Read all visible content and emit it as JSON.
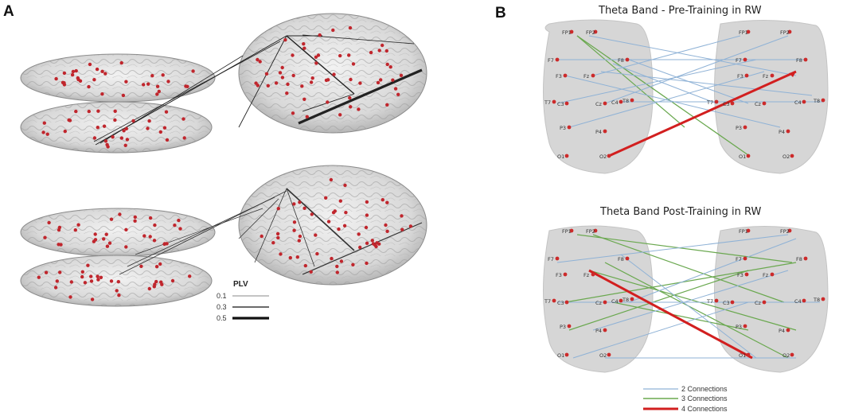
{
  "panel_a": {
    "label": "A",
    "legend": {
      "title": "PLV",
      "items": [
        {
          "label": "0.1",
          "weight": 0.1
        },
        {
          "label": "0.3",
          "weight": 0.3
        },
        {
          "label": "0.5",
          "weight": 0.5
        }
      ]
    }
  },
  "panel_b": {
    "label": "B",
    "pre_title": "Theta Band - Pre-Training in RW",
    "post_title": "Theta Band Post-Training in RW",
    "electrodes": {
      "left": [
        "FP1",
        "FP2",
        "F7",
        "F3",
        "Fz",
        "F8",
        "T7",
        "C3",
        "Cz",
        "C4",
        "T8",
        "P3",
        "P4",
        "O1",
        "O2"
      ],
      "right": [
        "FP1",
        "FP2",
        "F7",
        "F3",
        "Fz",
        "F8",
        "T7",
        "C3",
        "Cz",
        "C4",
        "T8",
        "P3",
        "P4",
        "O1",
        "O2"
      ]
    },
    "legend": [
      {
        "label": "2 Connections",
        "color": "#8fb2d6"
      },
      {
        "label": "3 Connections",
        "color": "#6aa84f"
      },
      {
        "label": "4 Connections",
        "color": "#d21f1f"
      }
    ]
  }
}
